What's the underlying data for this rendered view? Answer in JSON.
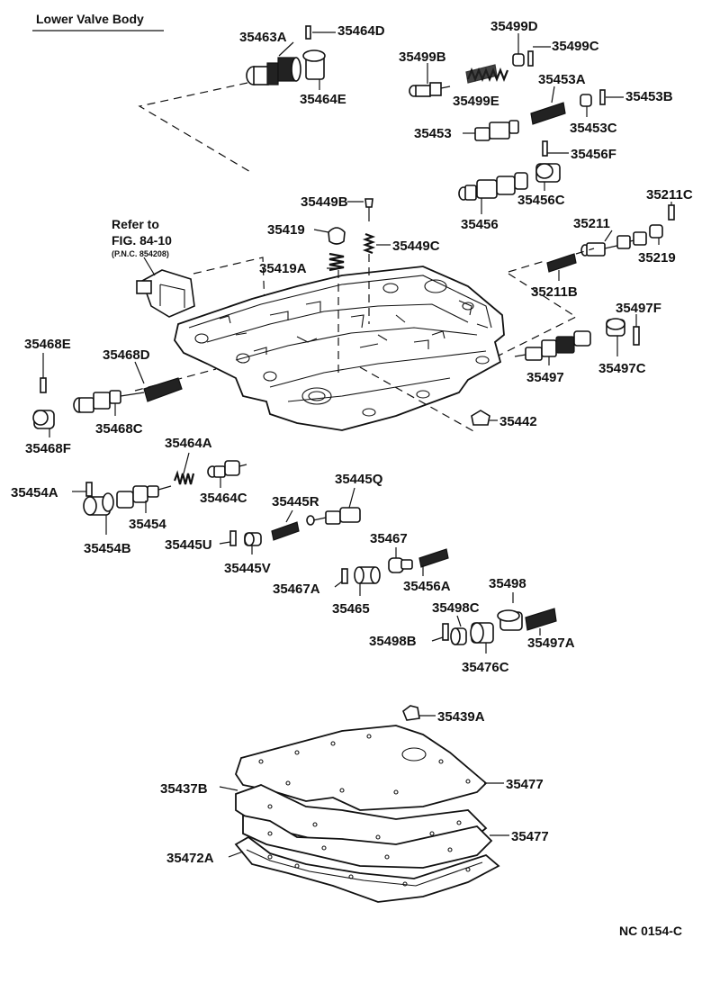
{
  "title": "Lower Valve Body",
  "reference": {
    "line1": "Refer to",
    "line2": "FIG. 84-10",
    "line3": "(P.N.C. 854208)"
  },
  "code": "NC 0154-C",
  "labels": {
    "p35463A": "35463A",
    "p35464D": "35464D",
    "p35464E": "35464E",
    "p35499D": "35499D",
    "p35499C": "35499C",
    "p35499B": "35499B",
    "p35499E": "35499E",
    "p35453A": "35453A",
    "p35453B": "35453B",
    "p35453": "35453",
    "p35453C": "35453C",
    "p35456F": "35456F",
    "p35456C": "35456C",
    "p35456": "35456",
    "p35449B": "35449B",
    "p35419": "35419",
    "p35449C": "35449C",
    "p35419A": "35419A",
    "p35211C": "35211C",
    "p35211": "35211",
    "p35219": "35219",
    "p35211B": "35211B",
    "p35497F": "35497F",
    "p35497": "35497",
    "p35497C": "35497C",
    "p35468E": "35468E",
    "p35468D": "35468D",
    "p35468C": "35468C",
    "p35468F": "35468F",
    "p35442": "35442",
    "p35464A": "35464A",
    "p35454A": "35454A",
    "p35464C": "35464C",
    "p35445Q": "35445Q",
    "p35454": "35454",
    "p35445R": "35445R",
    "p35454B": "35454B",
    "p35445U": "35445U",
    "p35445V": "35445V",
    "p35467": "35467",
    "p35467A": "35467A",
    "p35456A": "35456A",
    "p35465": "35465",
    "p35498": "35498",
    "p35498C": "35498C",
    "p35498B": "35498B",
    "p35497A": "35497A",
    "p35476C": "35476C",
    "p35439A": "35439A",
    "p35477a": "35477",
    "p35437B": "35437B",
    "p35477b": "35477",
    "p35472A": "35472A"
  }
}
